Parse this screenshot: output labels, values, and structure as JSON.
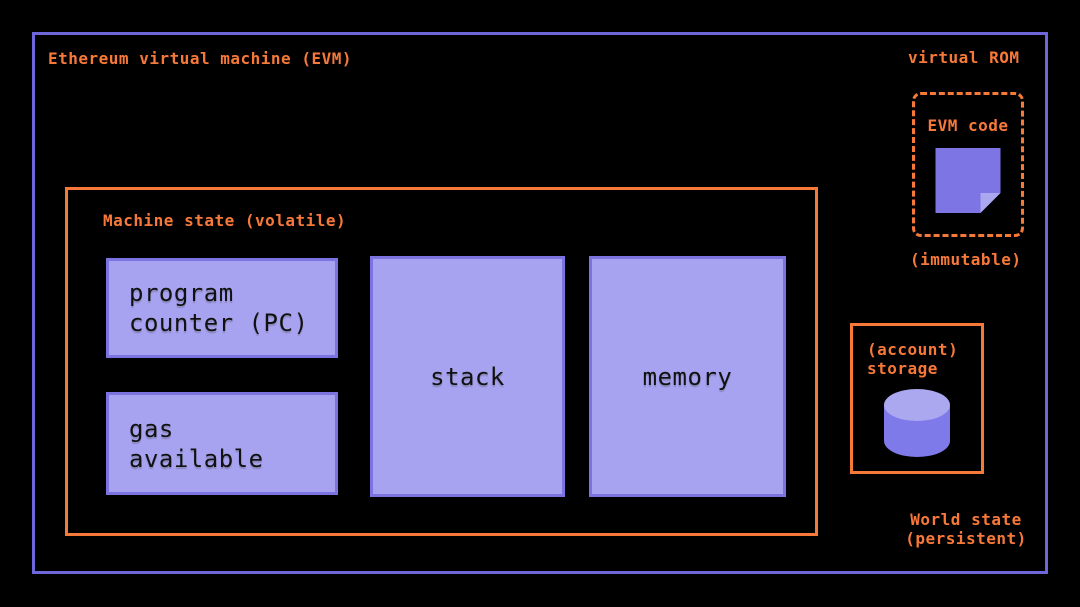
{
  "colors": {
    "background": "#000000",
    "outer_border": "#6e67d9",
    "accent_orange": "#f7793a",
    "box_fill": "#a7a3f0",
    "box_border": "#7b73e0",
    "note_fill": "#7c75e3",
    "note_fold": "#aba8f0",
    "cylinder_body": "#7f7aea",
    "cylinder_top": "#aba8f0",
    "box_text": "#111111"
  },
  "diagram": {
    "title": "Ethereum virtual machine (EVM)",
    "machine_state": {
      "label": "Machine state (volatile)",
      "boxes": [
        {
          "id": "program-counter",
          "label": "program\ncounter (PC)"
        },
        {
          "id": "gas-available",
          "label": "gas\navailable"
        },
        {
          "id": "stack",
          "label": "stack"
        },
        {
          "id": "memory",
          "label": "memory"
        }
      ]
    },
    "virtual_rom": {
      "label": "virtual ROM",
      "box_label": "EVM code",
      "icon": "document-note-icon",
      "caption": "(immutable)"
    },
    "world_state": {
      "storage_label": "(account)\nstorage",
      "icon": "database-cylinder-icon",
      "caption": "World state\n(persistent)"
    }
  }
}
